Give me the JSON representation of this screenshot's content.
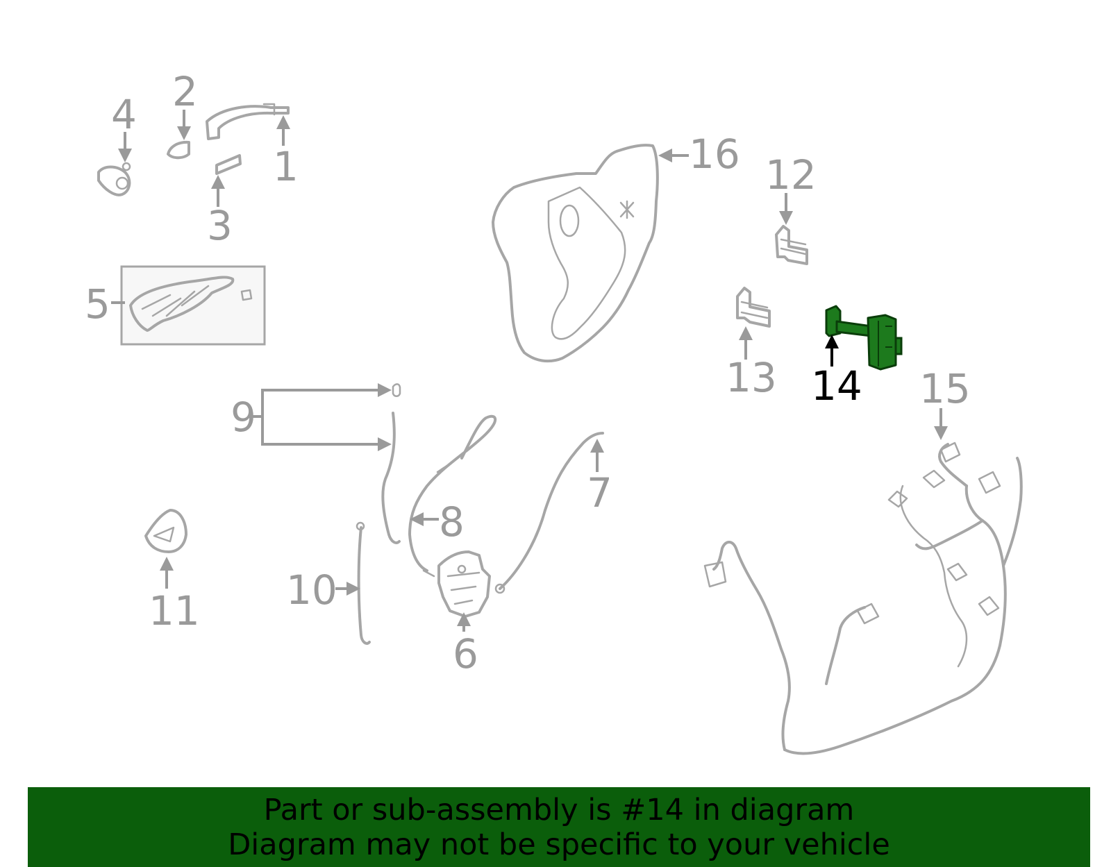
{
  "colors": {
    "banner_bg": "#0b5e0b",
    "highlight_fill": "#1d7a1d",
    "highlight_stroke": "#0a3d0a",
    "part_stroke": "#a6a6a6",
    "label_gray": "#9a9a9a",
    "label_active": "#000000"
  },
  "highlighted_part": "14",
  "callouts": [
    {
      "id": "1",
      "text": "1"
    },
    {
      "id": "2",
      "text": "2"
    },
    {
      "id": "3",
      "text": "3"
    },
    {
      "id": "4",
      "text": "4"
    },
    {
      "id": "5",
      "text": "5"
    },
    {
      "id": "6",
      "text": "6"
    },
    {
      "id": "7",
      "text": "7"
    },
    {
      "id": "8",
      "text": "8"
    },
    {
      "id": "9",
      "text": "9"
    },
    {
      "id": "10",
      "text": "10"
    },
    {
      "id": "11",
      "text": "11"
    },
    {
      "id": "12",
      "text": "12"
    },
    {
      "id": "13",
      "text": "13"
    },
    {
      "id": "14",
      "text": "14"
    },
    {
      "id": "15",
      "text": "15"
    },
    {
      "id": "16",
      "text": "16"
    }
  ],
  "banner": {
    "line1": "Part or sub-assembly is #14 in diagram",
    "line2": "Diagram may not be specific to your vehicle"
  }
}
